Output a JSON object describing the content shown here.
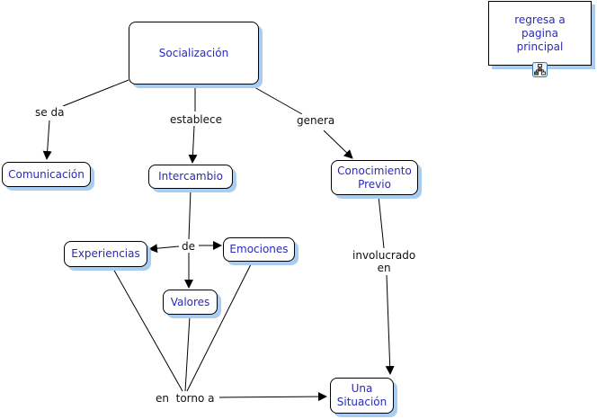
{
  "concepts": {
    "socializacion": "Socialización",
    "regresa": "regresa a\npagina\nprincipal",
    "comunicacion": "Comunicación",
    "intercambio": "Intercambio",
    "conocimiento_previo": "Conocimiento\nPrevio",
    "experiencias": "Experiencias",
    "emociones": "Emociones",
    "valores": "Valores",
    "una_situacion": "Una\nSituación"
  },
  "linking_phrases": {
    "se_da": "se da",
    "establece": "establece",
    "genera": "genera",
    "de": "de",
    "involucrado_en": "involucrado\nen",
    "en_torno_a": "en  torno a"
  },
  "icons": {
    "resource": "concept-map-link-icon"
  },
  "colors": {
    "concept_text": "#2a2ab8",
    "shadow": "#a9cdf0",
    "line": "#000000"
  }
}
